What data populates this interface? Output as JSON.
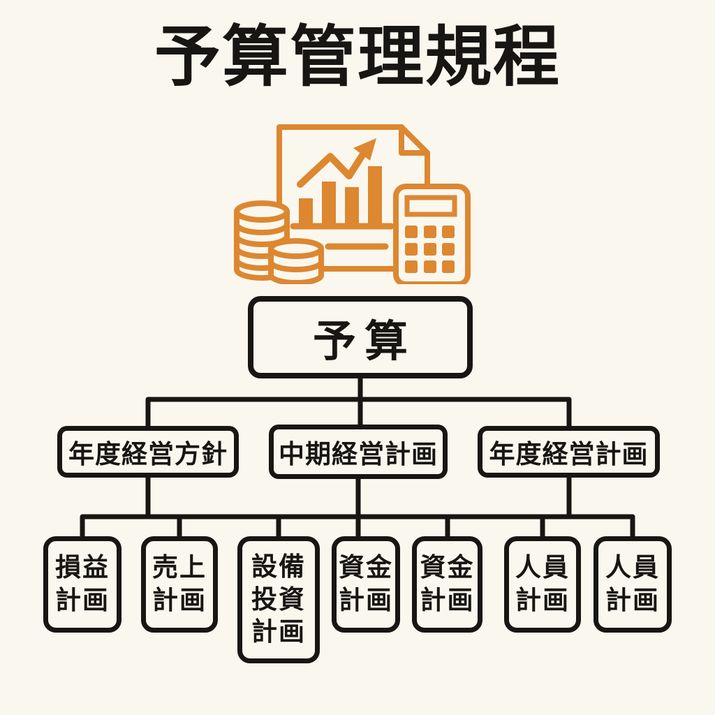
{
  "colors": {
    "background": "#FAF7EE",
    "line": "#181613",
    "accent_orange": "#DD8730"
  },
  "title": "予算管理規程",
  "icon": {
    "name": "budget-finance-illustration",
    "parts": [
      "document-with-bar-chart-and-rising-arrow",
      "coin-stacks",
      "calculator"
    ],
    "color": "#DD8730"
  },
  "tree": {
    "root": {
      "label": "予算"
    },
    "level2": [
      {
        "label": "年度経営方針"
      },
      {
        "label": "中期経営計画"
      },
      {
        "label": "年度経営計画"
      }
    ],
    "level3": [
      {
        "label": "損益\n計画"
      },
      {
        "label": "売上\n計画"
      },
      {
        "label": "設備\n投資\n計画"
      },
      {
        "label": "資金\n計画"
      },
      {
        "label": "資金\n計画"
      },
      {
        "label": "人員\n計画"
      },
      {
        "label": "人員\n計画"
      }
    ]
  }
}
